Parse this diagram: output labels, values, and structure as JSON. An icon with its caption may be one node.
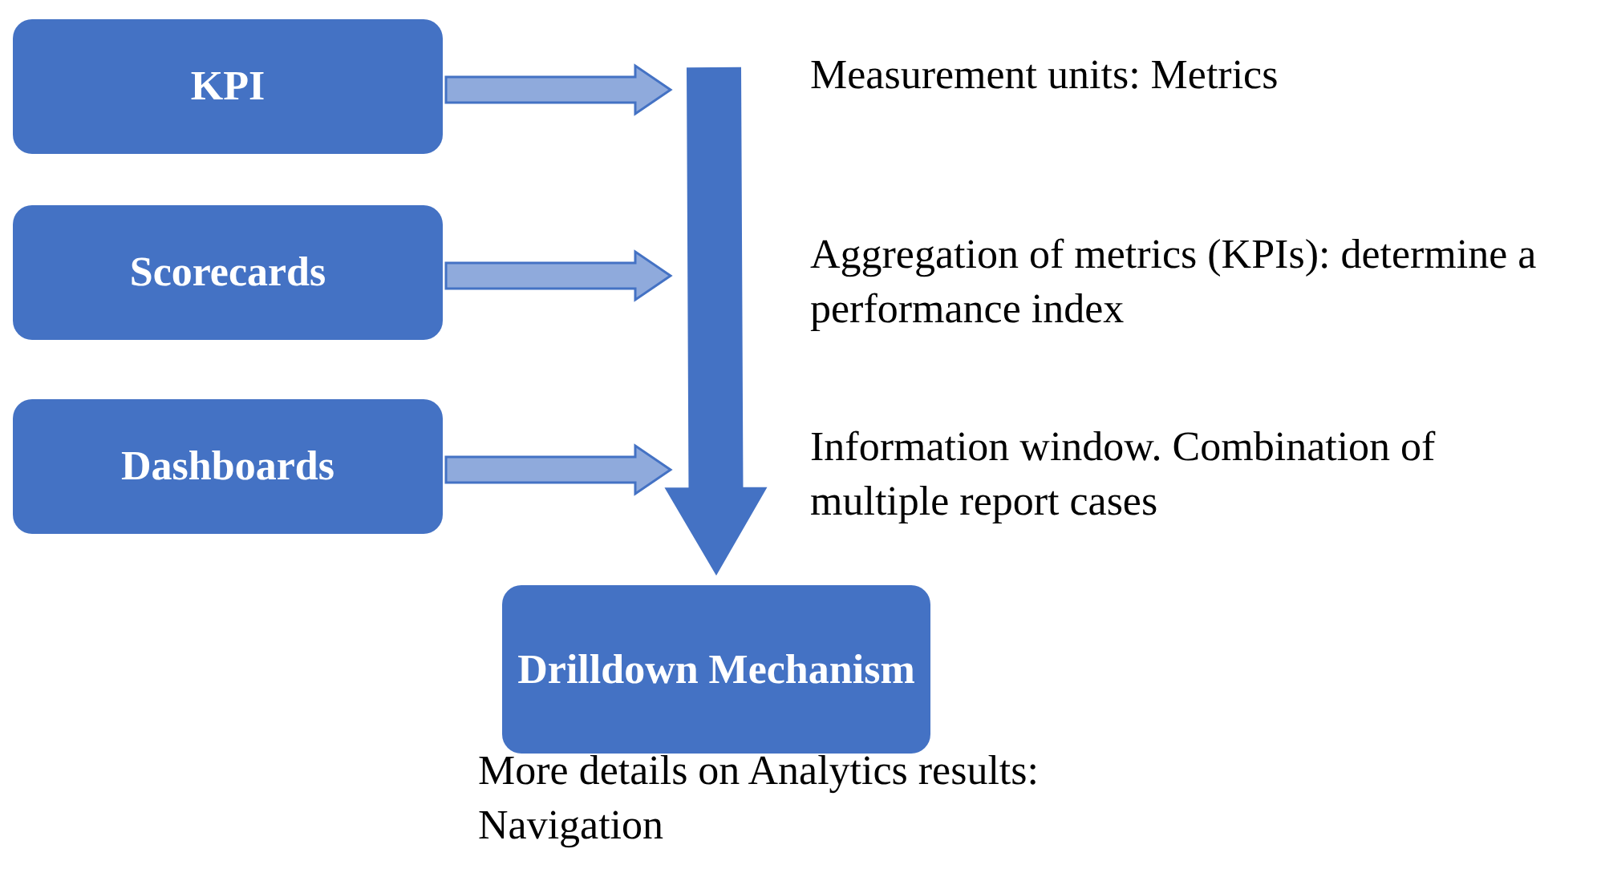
{
  "diagram": {
    "nodes": [
      {
        "text": [
          "KPI"
        ]
      },
      {
        "text": [
          "Scorecards"
        ]
      },
      {
        "text": [
          "Dashboards"
        ]
      },
      {
        "text": [
          "Drilldown Mechanism"
        ]
      }
    ],
    "edges": [
      {
        "from": 0,
        "to": null,
        "arrow": "to",
        "style": "thick"
      },
      {
        "from": 1,
        "to": null,
        "arrow": "to",
        "style": "thick"
      },
      {
        "from": 2,
        "to": null,
        "arrow": "to",
        "style": "thick"
      },
      {
        "from": null,
        "to": 3,
        "arrow": "to",
        "style": "thick"
      }
    ],
    "labels": [
      "Measurement units: Metrics",
      "Aggregation of metrics (KPIs): determine a performance index",
      "Information window. Combination of multiple report cases",
      "More details on Analytics results: Navigation"
    ]
  }
}
